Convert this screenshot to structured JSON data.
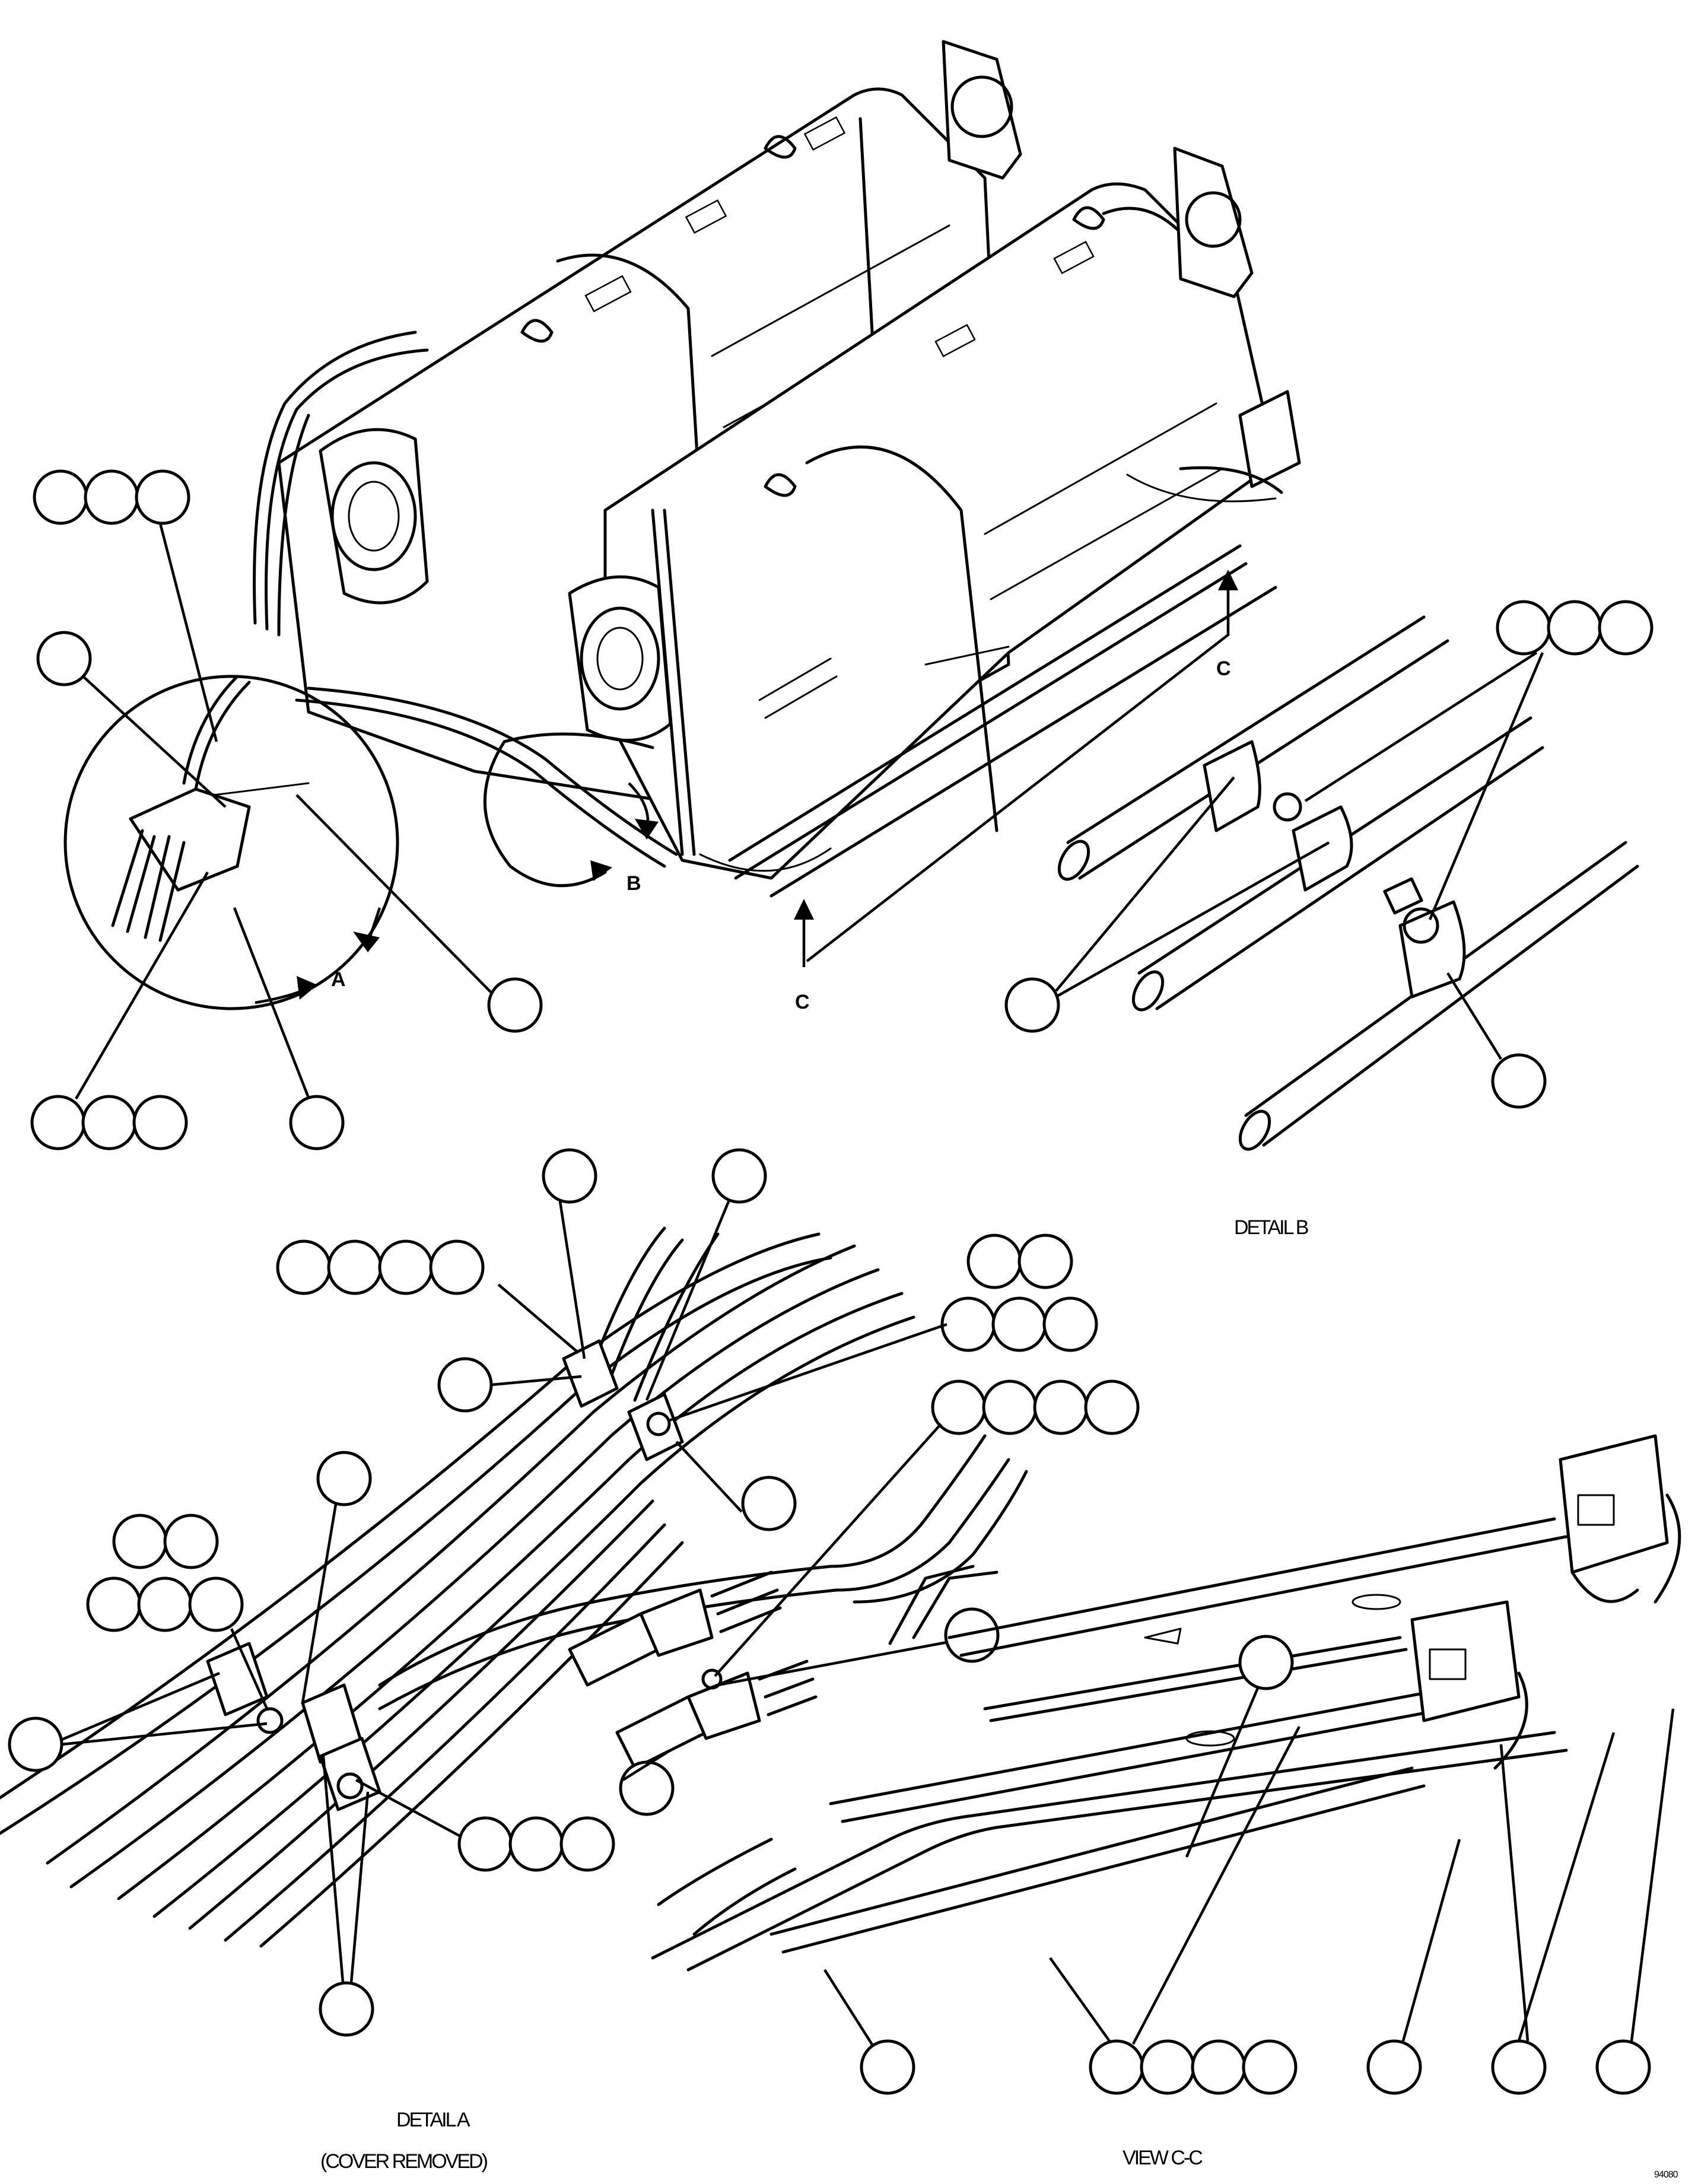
{
  "figure": {
    "view_letters": {
      "a": "A",
      "b": "B",
      "c_top": "C",
      "c_bottom": "C"
    },
    "captions": {
      "detail_b": "DETAIL B",
      "detail_a": "DETAIL A",
      "detail_a_note": "(COVER REMOVED)",
      "view_cc": "VIEW C-C",
      "figure_id": "94080"
    },
    "callout_style": "blank-numbered-circles",
    "ink_color": "#000000",
    "paper_color": "#ffffff"
  }
}
